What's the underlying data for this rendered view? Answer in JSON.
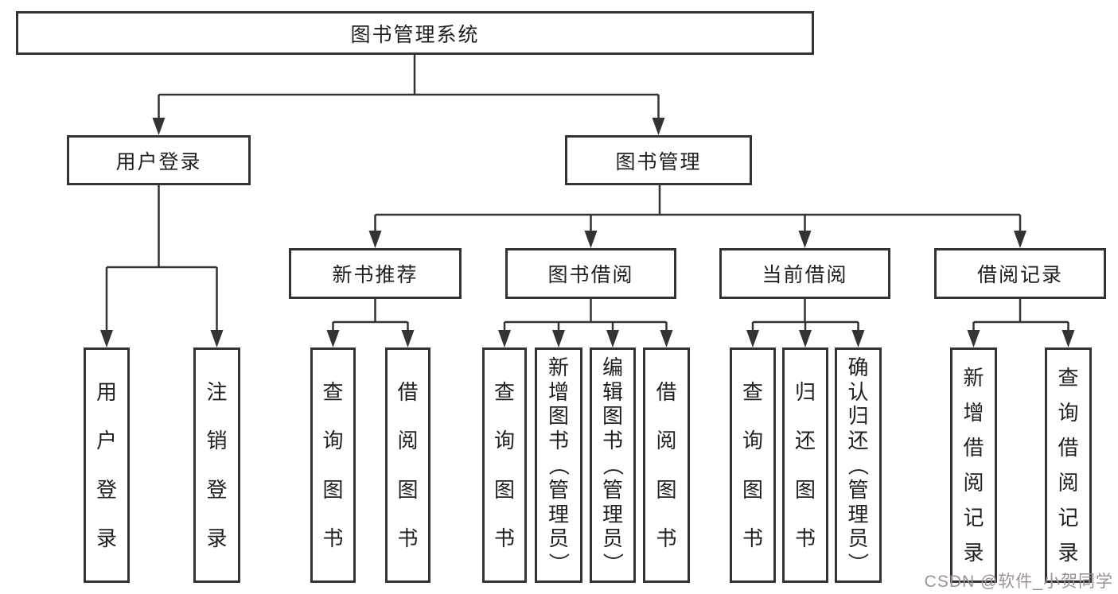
{
  "diagram": {
    "type": "tree",
    "root": {
      "label": "图书管理系统",
      "children": [
        {
          "label": "用户登录",
          "children": [
            {
              "label": "用户登录"
            },
            {
              "label": "注销登录"
            }
          ]
        },
        {
          "label": "图书管理",
          "children": [
            {
              "label": "新书推荐",
              "children": [
                {
                  "label": "查询图书"
                },
                {
                  "label": "借阅图书"
                }
              ]
            },
            {
              "label": "图书借阅",
              "children": [
                {
                  "label": "查询图书"
                },
                {
                  "label": "新增图书（管理员）"
                },
                {
                  "label": "编辑图书（管理员）"
                },
                {
                  "label": "借阅图书"
                }
              ]
            },
            {
              "label": "当前借阅",
              "children": [
                {
                  "label": "查询图书"
                },
                {
                  "label": "归还图书"
                },
                {
                  "label": "确认归还（管理员）"
                }
              ]
            },
            {
              "label": "借阅记录",
              "children": [
                {
                  "label": "新增借阅记录"
                },
                {
                  "label": "查询借阅记录"
                }
              ]
            }
          ]
        }
      ]
    }
  },
  "watermark": {
    "text": "CSDN @软件_小贺同学",
    "color": "#9e9191"
  },
  "colors": {
    "line": "#333333",
    "border": "#333333",
    "text": "#1f1f1f",
    "background": "#ffffff"
  }
}
